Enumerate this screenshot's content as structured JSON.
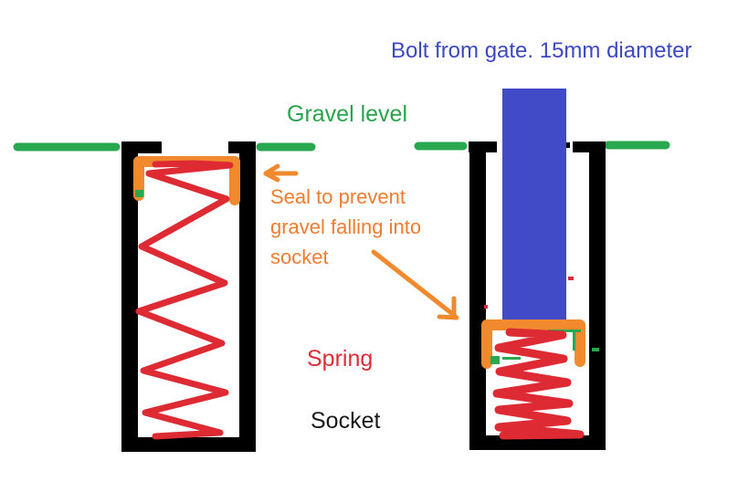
{
  "labels": {
    "bolt_title": "Bolt from gate. 15mm diameter",
    "gravel_level": "Gravel level",
    "seal_note": "Seal to prevent\ngravel falling into\nsocket",
    "spring": "Spring",
    "socket": "Socket"
  },
  "colors": {
    "title_blue": "#3c49c3",
    "bolt_blue": "#414bc7",
    "gravel_green": "#2aa84f",
    "text_green": "#27a44c",
    "seal_orange": "#f18a2e",
    "note_orange": "#ed7d31",
    "spring_red": "#dd2a33",
    "text_red": "#dc2d38",
    "socket_black": "#000000",
    "background": "#ffffff"
  }
}
